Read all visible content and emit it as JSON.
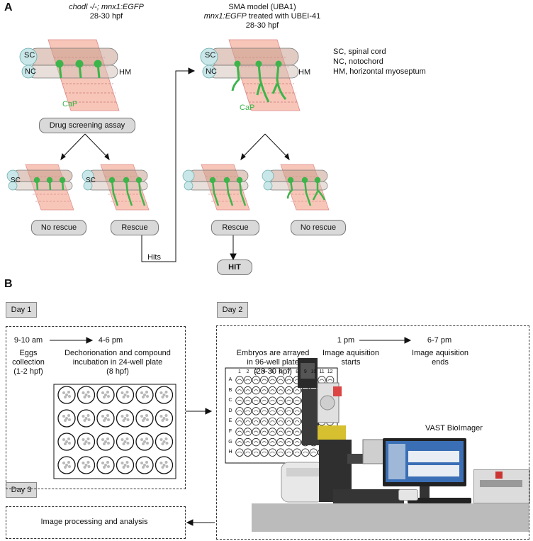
{
  "panel_a": {
    "letter": "A",
    "left_title_italic": "chodl -/-; mnx1:EGFP",
    "left_title_age": "28-30 hpf",
    "right_title_line1": "SMA model (UBA1)",
    "right_title_italic": "mnx1:EGFP",
    "right_title_rest": " treated with UBEI-41",
    "right_title_age": "28-30 hpf",
    "label_sc": "SC",
    "label_nc": "NC",
    "label_hm": "HM",
    "label_cap": "CaP",
    "legend": [
      "SC, spinal cord",
      "NC, notochord",
      "HM, horizontal myoseptum"
    ],
    "drug_screening": "Drug screening assay",
    "no_rescue": "No rescue",
    "rescue": "Rescue",
    "hits": "Hits",
    "hit": "HIT"
  },
  "panel_b": {
    "letter": "B",
    "day1": "Day 1",
    "day2": "Day 2",
    "day3": "Day 3",
    "time_930": "9-10 am",
    "time_46": "4-6 pm",
    "eggs_line1": "Eggs",
    "eggs_line2": "collection",
    "eggs_line3": "(1-2 hpf)",
    "dechor_line1": "Dechorionation and  compound",
    "dechor_line2": "incubation in 24-well plate",
    "dechor_line3": "(8 hpf)",
    "time_1pm": "1 pm",
    "time_67": "6-7 pm",
    "embryos_line1": "Embryos are arrayed",
    "embryos_line2": "in 96-well plate",
    "embryos_line3": "(28-30 hpf)",
    "acq_start_line1": "Image aquisition",
    "acq_start_line2": "starts",
    "acq_end_line1": "Image aquisition",
    "acq_end_line2": "ends",
    "vast": "VAST BioImager",
    "image_processing": "Image processing and analysis",
    "plate_cols": [
      "1",
      "2",
      "3",
      "4",
      "5",
      "6",
      "7",
      "8",
      "9",
      "10",
      "11",
      "12"
    ],
    "plate_rows": [
      "A",
      "B",
      "C",
      "D",
      "E",
      "F",
      "G",
      "H"
    ]
  },
  "colors": {
    "somite": "#f7c6b8",
    "spinal": "#c9e6e8",
    "neuron": "#3cb54a",
    "pill": "#d9d9d9"
  }
}
